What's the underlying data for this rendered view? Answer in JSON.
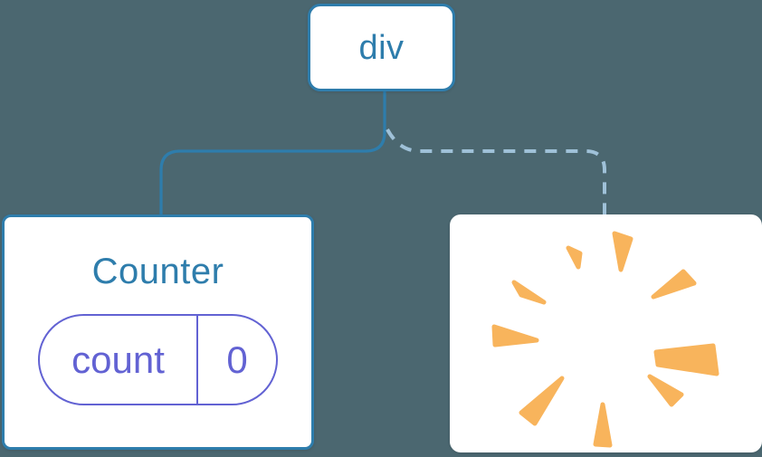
{
  "colors": {
    "background": "#4b6770",
    "node_fill": "#ffffff",
    "tree_blue": "#2e7dac",
    "dashed_edge_blue": "#9fc1d8",
    "state_indigo": "#6262d3",
    "poof_orange": "#f8b45c"
  },
  "tree": {
    "root": {
      "label": "div"
    },
    "children": [
      {
        "id": "counter",
        "edge_style": "solid",
        "title": "Counter",
        "state": {
          "name": "count",
          "value": "0"
        }
      },
      {
        "id": "removed",
        "edge_style": "dashed",
        "icon": "poof-starburst"
      }
    ]
  }
}
